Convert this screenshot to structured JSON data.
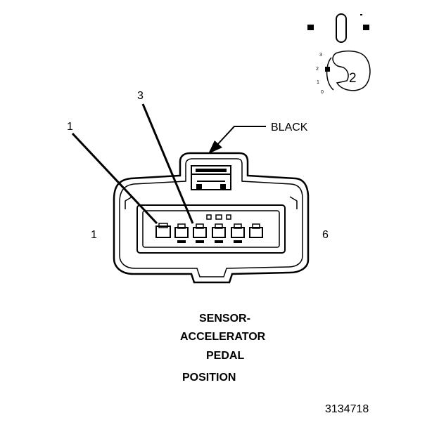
{
  "callouts": {
    "pin1_label": "1",
    "pin3_label": "3",
    "color_label": "BLACK",
    "left_end_label": "1",
    "right_end_label": "6"
  },
  "title_lines": [
    "SENSOR-",
    "ACCELERATOR",
    "PEDAL",
    "POSITION"
  ],
  "figure_number": "3134718",
  "position_dial": {
    "positions": [
      "3",
      "2",
      "1",
      "0"
    ],
    "selected": "2"
  }
}
